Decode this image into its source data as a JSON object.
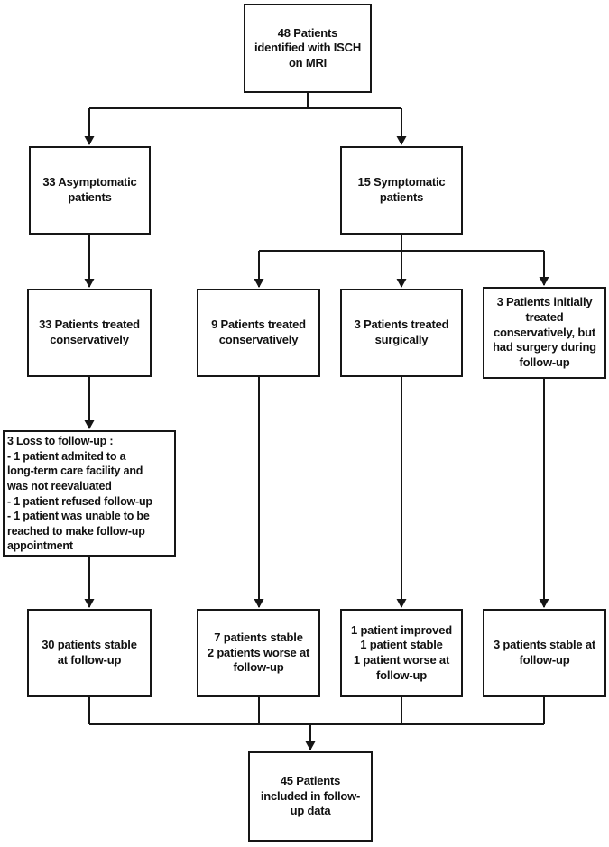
{
  "flowchart": {
    "background_color": "#ffffff",
    "line_color": "#161616",
    "text_color": "#111111",
    "nodes": {
      "identified": "48 Patients\nidentified with ISCH\non MRI",
      "asymptomatic": "33 Asymptomatic\npatients",
      "symptomatic": "15 Symptomatic\npatients",
      "asym_conservative": "33 Patients treated\nconservatively",
      "symp_conservative": "9 Patients treated\nconservatively",
      "symp_surgical": "3 Patients treated\nsurgically",
      "symp_crossover": "3 Patients initially\ntreated\nconservatively, but\nhad surgery during\nfollow-up",
      "loss_to_followup": "3 Loss to follow-up :\n- 1 patient admited to a\nlong-term care facility and\nwas not reevaluated\n- 1 patient refused follow-up\n- 1 patient was unable to be\nreached to make follow-up\nappointment",
      "outcome_asym": "30 patients stable\nat follow-up",
      "outcome_conservative": "7 patients stable\n2 patients worse at\nfollow-up",
      "outcome_surgical": "1 patient improved\n1 patient stable\n1 patient worse at\nfollow-up",
      "outcome_crossover": "3 patients stable at\nfollow-up",
      "included": "45 Patients\nincluded in follow-\nup data"
    }
  }
}
